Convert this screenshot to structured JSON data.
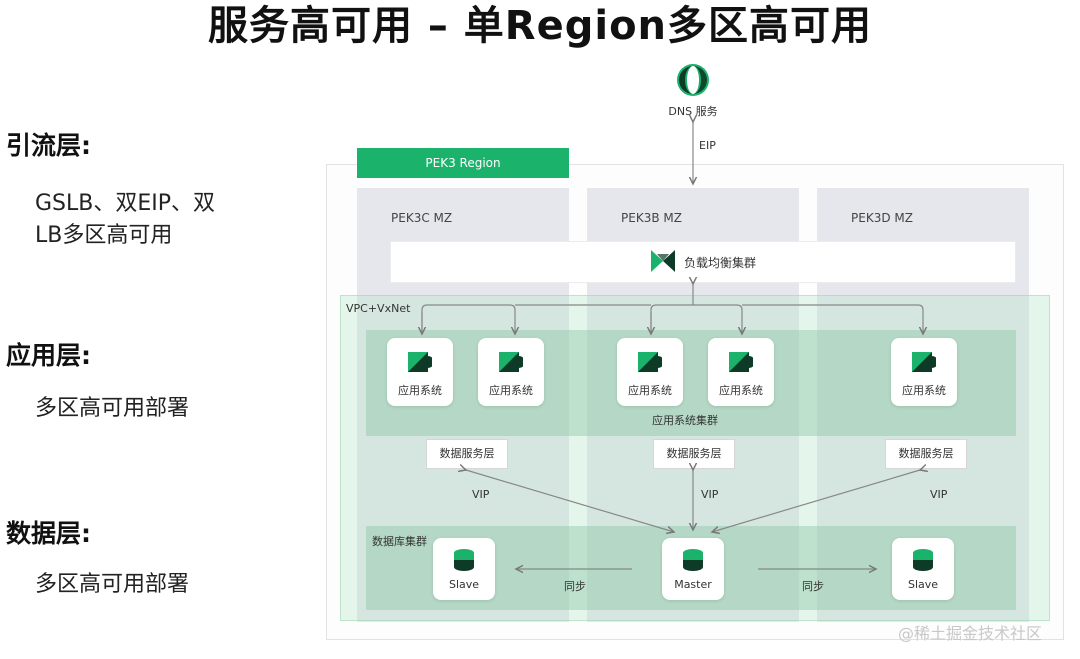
{
  "title": "服务高可用 – 单Region多区高可用",
  "layers": [
    {
      "heading": "引流层:",
      "desc_lines": [
        "GSLB、双EIP、双",
        "LB多区高可用"
      ]
    },
    {
      "heading": "应用层:",
      "desc_lines": [
        "多区高可用部署"
      ]
    },
    {
      "heading": "数据层:",
      "desc_lines": [
        "多区高可用部署"
      ]
    }
  ],
  "diagram": {
    "dns_label": "DNS 服务",
    "eip_label": "EIP",
    "region_label": "PEK3 Region",
    "zones": [
      "PEK3C MZ",
      "PEK3B MZ",
      "PEK3D MZ"
    ],
    "lb_label": "负载均衡集群",
    "vpc_label": "VPC+VxNet",
    "app_system_label": "应用系统",
    "app_cluster_label": "应用系统集群",
    "data_service_label": "数据服务层",
    "vip_label": "VIP",
    "db_cluster_label": "数据库集群",
    "db_nodes": [
      "Slave",
      "Master",
      "Slave"
    ],
    "sync_label": "同步"
  },
  "colors": {
    "accent_green": "#1bb26b",
    "icon_dark_green": "#0e5a3a",
    "zone_gray": "#e5e7ec"
  },
  "watermark": "@稀土掘金技术社区"
}
